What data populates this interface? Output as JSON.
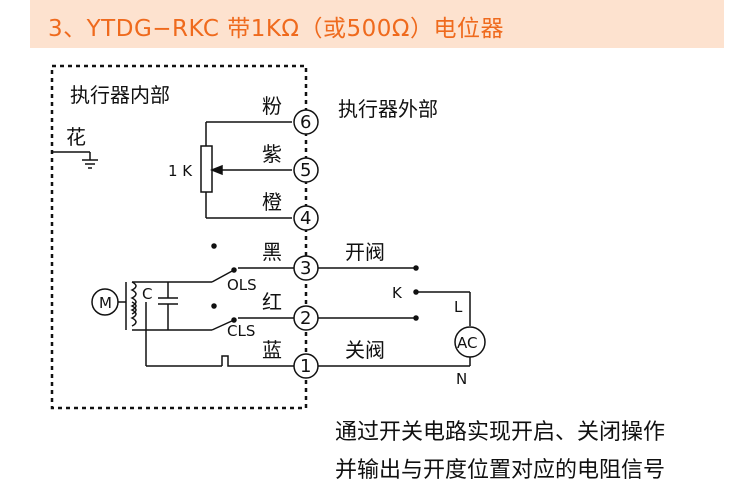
{
  "header": {
    "title": "3、YTDG−RKC 带1KΩ（或500Ω）电位器",
    "background": "#fde2cf",
    "text_color": "#ef6a1d"
  },
  "diagram": {
    "inside_label": "执行器内部",
    "outside_label": "执行器外部",
    "ground_label": "花",
    "potentiometer_label": "1 K",
    "motor_label": "M",
    "capacitor_label": "C",
    "ols_label": "OLS",
    "cls_label": "CLS",
    "open_label": "开阀",
    "close_label": "关阀",
    "k_label": "K",
    "l_label": "L",
    "n_label": "N",
    "ac_label": "AC",
    "terminals": [
      {
        "num": "6",
        "color_name": "粉"
      },
      {
        "num": "5",
        "color_name": "紫"
      },
      {
        "num": "4",
        "color_name": "橙"
      },
      {
        "num": "3",
        "color_name": "黑"
      },
      {
        "num": "2",
        "color_name": "红"
      },
      {
        "num": "1",
        "color_name": "蓝"
      }
    ]
  },
  "footer": {
    "line1": "通过开关电路实现开启、关闭操作",
    "line2": "并输出与开度位置对应的电阻信号"
  }
}
